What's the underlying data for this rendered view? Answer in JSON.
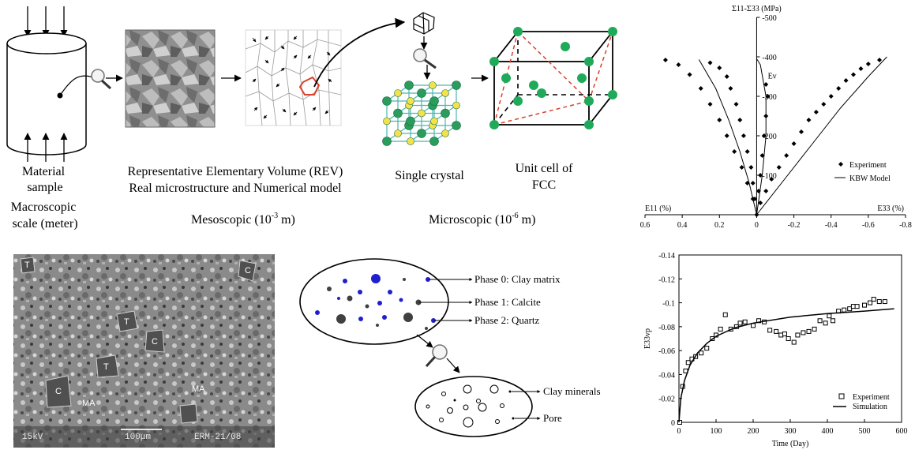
{
  "top": {
    "material_sample": "Material\nsample",
    "macroscopic_scale": "Macroscopic\nscale (meter)",
    "rev_title_line1": "Representative Elementary Volume (REV)",
    "rev_title_line2": "Real microstructure and Numerical model",
    "mesoscopic": "Mesoscopic (10",
    "mesoscopic_exp": "-3",
    "mesoscopic_end": "  m)",
    "single_crystal": "Single crystal",
    "unit_cell_line1": "Unit cell of",
    "unit_cell_line2": "FCC",
    "microscopic": "Microscopic (10",
    "microscopic_exp": "-6",
    "microscopic_end": "  m)"
  },
  "bottom": {
    "phase0": "Phase 0: Clay matrix",
    "phase1": "Phase 1: Calcite",
    "phase2": "Phase 2: Quartz",
    "clay_minerals": "Clay minerals",
    "pore": "Pore",
    "sem_footer_left": "15kV",
    "sem_scale": "100μm",
    "sem_footer_right": "ERM-21/08",
    "sem_labels": [
      "T",
      "C",
      "T",
      "C",
      "T",
      "C",
      "MA",
      "MA"
    ]
  },
  "colors": {
    "crystal_green": "#2a9d5c",
    "crystal_yellow": "#f2e34a",
    "fcc_green": "#1faa5a",
    "red_dash": "#d9412b",
    "quartz_blue": "#1f1fd0",
    "calcite_gray": "#404040"
  },
  "chart_data": [
    {
      "type": "scatter",
      "title": "",
      "ylabel": "Σ11-Σ33 (MPa)",
      "xlabel_left": "E11 (%)",
      "xlabel_right": "E33 (%)",
      "curve_label": "Ev",
      "xlim": [
        0.6,
        -0.8
      ],
      "ylim": [
        0,
        -500
      ],
      "xticks": [
        "0.6",
        "0.4",
        "0.2",
        "0",
        "-0.2",
        "-0.4",
        "-0.6",
        "-0.8"
      ],
      "yticks": [
        "-100",
        "-200",
        "-300",
        "-400",
        "-500"
      ],
      "legend": [
        "Experiment",
        "KBW Model"
      ],
      "legend_position": "right",
      "series": [
        {
          "name": "Experiment",
          "style": "markers",
          "points": [
            [
              0.0,
              0
            ],
            [
              0.02,
              -40
            ],
            [
              0.05,
              -80
            ],
            [
              0.08,
              -120
            ],
            [
              0.12,
              -160
            ],
            [
              0.16,
              -200
            ],
            [
              0.2,
              -240
            ],
            [
              0.25,
              -280
            ],
            [
              0.3,
              -320
            ],
            [
              0.36,
              -355
            ],
            [
              0.42,
              -380
            ],
            [
              0.49,
              -392
            ],
            [
              0.01,
              -40
            ],
            [
              0.02,
              -80
            ],
            [
              0.03,
              -120
            ],
            [
              0.05,
              -160
            ],
            [
              0.07,
              -200
            ],
            [
              0.09,
              -240
            ],
            [
              0.11,
              -280
            ],
            [
              0.14,
              -320
            ],
            [
              0.16,
              -350
            ],
            [
              0.2,
              -372
            ],
            [
              0.25,
              -385
            ],
            [
              -0.02,
              -30
            ],
            [
              -0.05,
              -60
            ],
            [
              -0.08,
              -90
            ],
            [
              -0.12,
              -120
            ],
            [
              -0.16,
              -150
            ],
            [
              -0.2,
              -180
            ],
            [
              -0.24,
              -210
            ],
            [
              -0.28,
              -240
            ],
            [
              -0.32,
              -260
            ],
            [
              -0.36,
              -280
            ],
            [
              -0.4,
              -300
            ],
            [
              -0.44,
              -320
            ],
            [
              -0.48,
              -340
            ],
            [
              -0.52,
              -355
            ],
            [
              -0.56,
              -370
            ],
            [
              -0.6,
              -382
            ],
            [
              -0.66,
              -392
            ],
            [
              -0.01,
              -60
            ],
            [
              -0.02,
              -100
            ],
            [
              -0.03,
              -150
            ],
            [
              -0.04,
              -200
            ],
            [
              -0.05,
              -250
            ],
            [
              -0.06,
              -300
            ],
            [
              -0.05,
              -330
            ]
          ]
        },
        {
          "name": "KBW Model",
          "style": "line",
          "segments": [
            [
              [
                0.0,
                0
              ],
              [
                0.04,
                -80
              ],
              [
                0.09,
                -160
              ],
              [
                0.15,
                -240
              ],
              [
                0.22,
                -320
              ],
              [
                0.31,
                -393
              ]
            ],
            [
              [
                0.0,
                0
              ],
              [
                -0.03,
                -100
              ],
              [
                -0.05,
                -200
              ],
              [
                -0.05,
                -300
              ],
              [
                -0.02,
                -380
              ],
              [
                0.0,
                -395
              ]
            ],
            [
              [
                0.0,
                0
              ],
              [
                -0.15,
                -90
              ],
              [
                -0.3,
                -180
              ],
              [
                -0.45,
                -270
              ],
              [
                -0.6,
                -350
              ],
              [
                -0.7,
                -400
              ]
            ]
          ]
        }
      ]
    },
    {
      "type": "scatter",
      "title": "",
      "ylabel": "E33vp",
      "xlabel": "Time (Day)",
      "xlim": [
        0,
        600
      ],
      "ylim": [
        0,
        -0.14
      ],
      "xticks": [
        "0",
        "100",
        "200",
        "300",
        "400",
        "500",
        "600"
      ],
      "yticks": [
        "0",
        "-0.02",
        "-0.04",
        "-0.06",
        "-0.08",
        "-0.1",
        "-0.12",
        "-0.14"
      ],
      "legend": [
        "Experiment",
        "Simulation"
      ],
      "legend_position": "bottom-right",
      "series": [
        {
          "name": "Experiment",
          "style": "markers",
          "points": [
            [
              2,
              0
            ],
            [
              10,
              -0.03
            ],
            [
              18,
              -0.043
            ],
            [
              25,
              -0.05
            ],
            [
              35,
              -0.053
            ],
            [
              45,
              -0.055
            ],
            [
              60,
              -0.058
            ],
            [
              75,
              -0.062
            ],
            [
              90,
              -0.07
            ],
            [
              100,
              -0.073
            ],
            [
              112,
              -0.078
            ],
            [
              125,
              -0.09
            ],
            [
              140,
              -0.078
            ],
            [
              155,
              -0.08
            ],
            [
              165,
              -0.083
            ],
            [
              178,
              -0.084
            ],
            [
              200,
              -0.081
            ],
            [
              215,
              -0.085
            ],
            [
              230,
              -0.084
            ],
            [
              245,
              -0.077
            ],
            [
              262,
              -0.076
            ],
            [
              275,
              -0.073
            ],
            [
              285,
              -0.074
            ],
            [
              295,
              -0.07
            ],
            [
              310,
              -0.067
            ],
            [
              320,
              -0.073
            ],
            [
              335,
              -0.075
            ],
            [
              350,
              -0.076
            ],
            [
              365,
              -0.078
            ],
            [
              380,
              -0.085
            ],
            [
              395,
              -0.083
            ],
            [
              405,
              -0.089
            ],
            [
              415,
              -0.085
            ],
            [
              430,
              -0.093
            ],
            [
              445,
              -0.094
            ],
            [
              460,
              -0.095
            ],
            [
              470,
              -0.097
            ],
            [
              480,
              -0.097
            ],
            [
              500,
              -0.098
            ],
            [
              515,
              -0.1
            ],
            [
              525,
              -0.103
            ],
            [
              540,
              -0.101
            ],
            [
              555,
              -0.101
            ]
          ]
        },
        {
          "name": "Simulation",
          "style": "line",
          "points": [
            [
              0,
              0
            ],
            [
              5,
              -0.02
            ],
            [
              15,
              -0.035
            ],
            [
              30,
              -0.048
            ],
            [
              50,
              -0.058
            ],
            [
              75,
              -0.066
            ],
            [
              100,
              -0.072
            ],
            [
              150,
              -0.079
            ],
            [
              200,
              -0.083
            ],
            [
              300,
              -0.088
            ],
            [
              400,
              -0.091
            ],
            [
              500,
              -0.093
            ],
            [
              580,
              -0.095
            ]
          ]
        }
      ]
    }
  ]
}
